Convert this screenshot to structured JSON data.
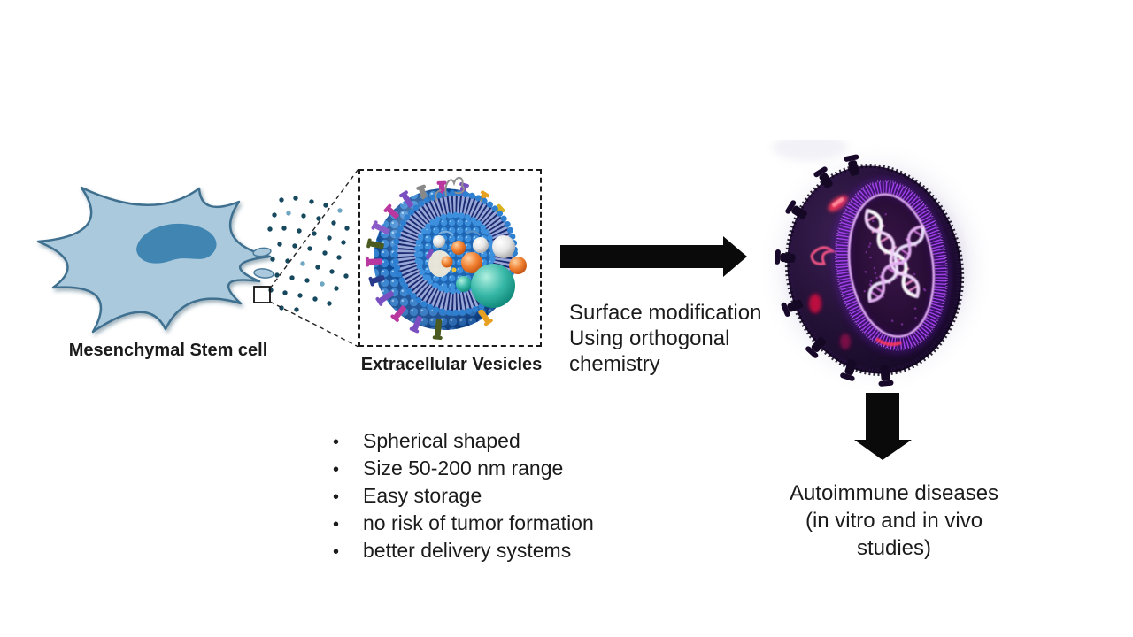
{
  "figure": {
    "stem_cell_label": "Mesenchymal Stem cell",
    "vesicle_label": "Extracellular Vesicles",
    "surface_modification": {
      "lines": [
        "Surface modification",
        "Using orthogonal",
        "chemistry"
      ]
    },
    "outcome": {
      "lines": [
        "Autoimmune diseases",
        "(in vitro and in vivo",
        "studies)"
      ]
    },
    "properties": {
      "bullet_char": "•",
      "items": [
        "Spherical shaped",
        "Size 50-200 nm range",
        "Easy storage",
        "no risk of tumor formation",
        "better delivery systems"
      ]
    },
    "colors": {
      "background": "#ffffff",
      "text": "#1b1b1b",
      "arrow_black": "#0a0a0a",
      "cell_body": "#aac9dc",
      "cell_outline": "#3f6f8f",
      "cell_nucleus": "#4186b2",
      "secreted_dot_dark": "#17495e",
      "secreted_dot_light": "#6fa6c2",
      "ev_membrane_blue": "#2e7fd0",
      "ev_base_blue": "#0d4a94",
      "ev_tail_navy": "#1a2a6e",
      "cargo_orange": "#e06818",
      "cargo_teal": "#28b0a0",
      "cargo_white": "#e4e4e4",
      "protein_purple": "#7a4fc0",
      "protein_magenta": "#b838a0",
      "protein_olive": "#4a5a20",
      "protein_orange": "#e8a020",
      "mod_ring_purple": "#a040e8",
      "mod_ring_light": "#ecb4ff",
      "mod_body_dark": "#140824",
      "mod_glow_lavender": "#7a64a5",
      "mod_red_accent": "#ff3858",
      "dna_white": "#ffffff",
      "dna_pink": "#ff9ad8"
    }
  }
}
